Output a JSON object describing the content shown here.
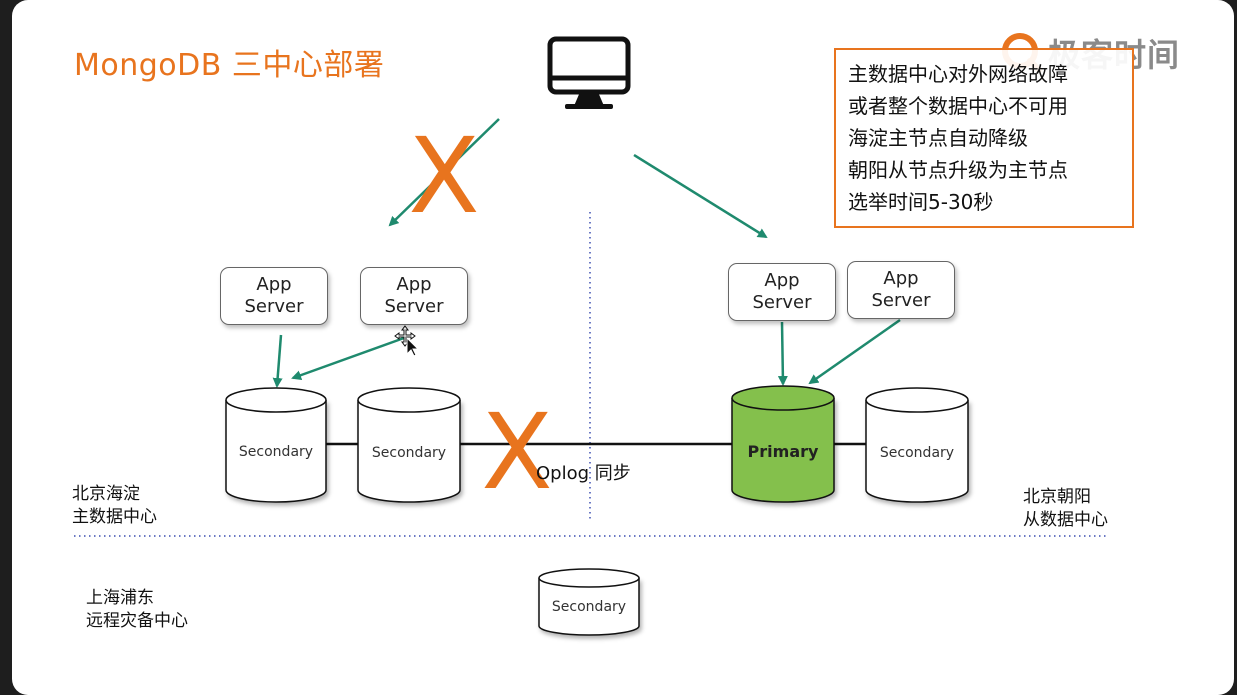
{
  "title": "MongoDB 三中心部署",
  "logo": {
    "text": "极客时间"
  },
  "note": {
    "lines": [
      "主数据中心对外网络故障",
      "或者整个数据中心不可用",
      "海淀主节点自动降级",
      "朝阳从节点升级为主节点",
      "选举时间5-30秒"
    ]
  },
  "app_servers": [
    {
      "line1": "App",
      "line2": "Server"
    },
    {
      "line1": "App",
      "line2": "Server"
    },
    {
      "line1": "App",
      "line2": "Server"
    },
    {
      "line1": "App",
      "line2": "Server"
    }
  ],
  "nodes": {
    "haidian_1": "Secondary",
    "haidian_2": "Secondary",
    "chaoyang_primary": "Primary",
    "chaoyang_secondary": "Secondary",
    "pudong": "Secondary"
  },
  "oplog_label": "Oplog 同步",
  "failure_marks": [
    "X",
    "X"
  ],
  "centers": {
    "haidian": {
      "line1": "北京海淀",
      "line2": "主数据中心"
    },
    "chaoyang": {
      "line1": "北京朝阳",
      "line2": "从数据中心"
    },
    "pudong": {
      "line1": "上海浦东",
      "line2": "远程灾备中心"
    }
  },
  "colors": {
    "accent": "#e8741e",
    "arrow": "#1f8a6e",
    "primary_fill": "#84c04c",
    "divider": "#3a4db0"
  }
}
